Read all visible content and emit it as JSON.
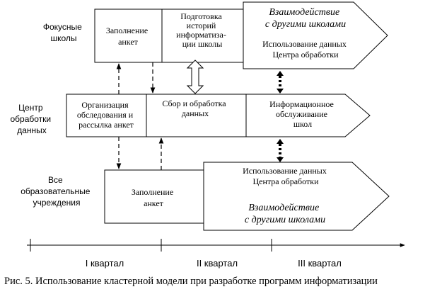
{
  "rows": {
    "schools": [
      "Фокусные",
      "школы"
    ],
    "center": [
      "Центр",
      "обработки",
      "данных"
    ],
    "all": [
      "Все",
      "образовательные",
      "учреждения"
    ]
  },
  "boxes": {
    "fill_forms_top": [
      "Заполнение",
      "анкет"
    ],
    "prepare_history": [
      "Подготовка",
      "историй",
      "информатиза-",
      "ции школы"
    ],
    "interact_top": [
      "Взаимодействие",
      "с другими школами"
    ],
    "use_data_top": [
      "Использование данных",
      "Центра обработки"
    ],
    "organize_survey": [
      "Организация",
      "обследования и",
      "рассылка анкет"
    ],
    "collect_process": [
      "Сбор и обработка",
      "данных"
    ],
    "info_service": [
      "Информационное",
      "обслуживание",
      "школ"
    ],
    "use_data_bottom": [
      "Использование данных",
      "Центра обработки"
    ],
    "fill_forms_bottom": [
      "Заполнение",
      "анкет"
    ],
    "interact_bottom": [
      "Взаимодействие",
      "с другими школами"
    ]
  },
  "timeline": {
    "quarters": [
      "I квартал",
      "II квартал",
      "III квартал"
    ]
  },
  "caption": "Рис. 5. Использование кластерной модели при разработке программ информатизации"
}
